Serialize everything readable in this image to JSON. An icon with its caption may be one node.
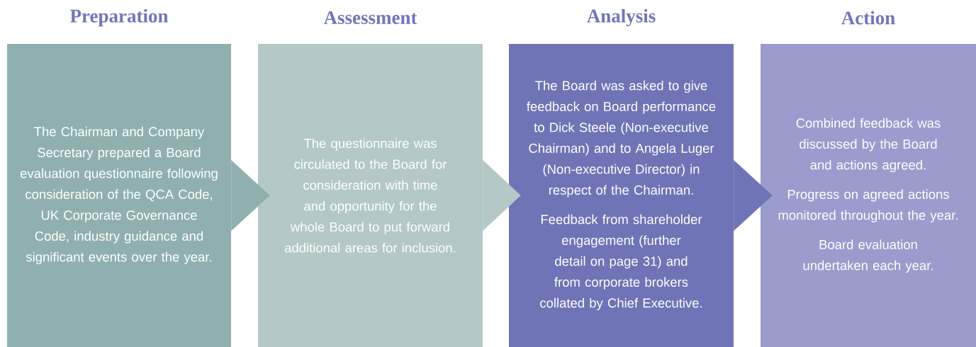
{
  "diagram": {
    "nodes": [
      {
        "text": [
          "Preparation",
          "The Chairman and Company Secretary prepared a Board evaluation questionnaire following consideration of the QCA Code, UK Corporate Governance Code, industry guidance and significant events over the year."
        ]
      },
      {
        "text": [
          "Assessment",
          "The questionnaire was circulated to the Board for consideration with time and opportunity for the whole Board to put forward additional areas for inclusion."
        ]
      },
      {
        "text": [
          "Analysis",
          "The Board was asked to give feedback on Board performance to Dick Steele (Non-executive Chairman) and to Angela Luger (Non-executive Director) in respect of the Chairman.",
          "Feedback from shareholder engagement (further detail on page 31) and from corporate brokers collated by Chief Executive."
        ]
      },
      {
        "text": [
          "Action",
          "Combined feedback was discussed by the Board and actions agreed.",
          "Progress on agreed actions monitored throughout the year.",
          "Board evaluation undertaken each year."
        ]
      }
    ],
    "edges": [
      {
        "from": 0,
        "to": 1,
        "arrow": "to"
      },
      {
        "from": 1,
        "to": 2,
        "arrow": "to"
      },
      {
        "from": 2,
        "to": 3,
        "arrow": "to"
      }
    ]
  }
}
